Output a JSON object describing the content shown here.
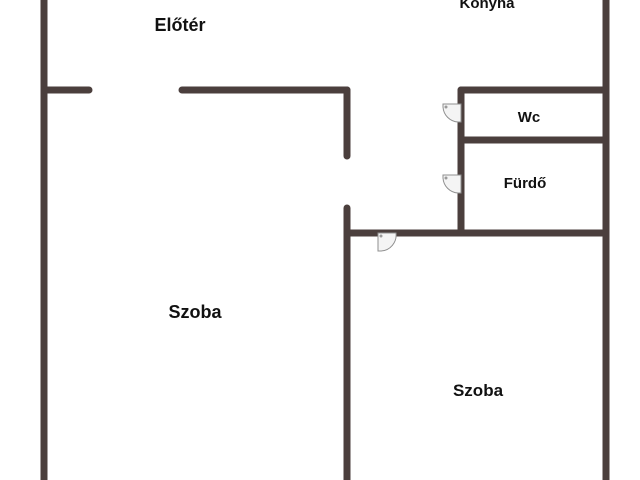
{
  "rooms": {
    "eloter": "Előtér",
    "konyha": "Konyha",
    "wc": "Wc",
    "furdo": "Fürdő",
    "szoba_left": "Szoba",
    "szoba_right": "Szoba"
  },
  "colors": {
    "wall": "#4b3f3d",
    "text": "#111111",
    "door": "#8f8f8f",
    "background": "#ffffff"
  }
}
